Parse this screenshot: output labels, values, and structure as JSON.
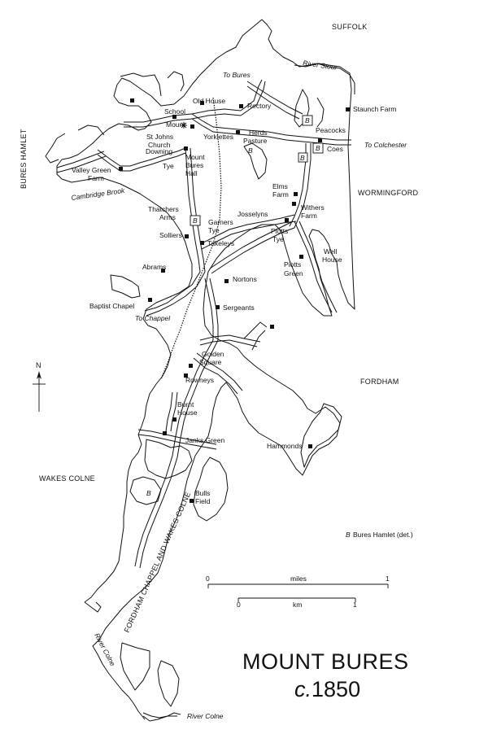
{
  "title": {
    "line1": "MOUNT BURES",
    "line2_prefix": "c.",
    "line2_year": "1850"
  },
  "regions": {
    "suffolk": "SUFFOLK",
    "bures_hamlet": "BURES HAMLET",
    "wormingford": "WORMINGFORD",
    "fordham": "FORDHAM",
    "wakes_colne": "WAKES COLNE",
    "fordham_chappel": "FORDHAM CHAPPEL AND WAKES COLNE"
  },
  "rivers": {
    "stour": "River Stour",
    "colne_1": "River Colne",
    "colne_2": "River Colne"
  },
  "brook": "Cambridge Brook",
  "directions": {
    "bures": "To Bures",
    "colchester": "To Colchester",
    "chappel": "To Chappel"
  },
  "places": {
    "staunch_farm": "Staunch Farm",
    "old_house": "Old House",
    "rectory": "Rectory",
    "school": "School",
    "mount": "Mount",
    "st_johns_1": "St Johns",
    "st_johns_2": "Church",
    "yorklettes": "Yorklettes",
    "herds_1": "Herds",
    "herds_2": "Pasture",
    "peacocks": "Peacocks",
    "coes": "Coes",
    "downing_1": "Downing",
    "downing_2": "Tye",
    "mount_bures_1": "Mount",
    "mount_bures_2": "Bures",
    "mount_bures_3": "Hall",
    "valley_1": "Valley Green",
    "valley_2": "Farm",
    "elms_1": "Elms",
    "elms_2": "Farm",
    "withers_1": "Withers",
    "withers_2": "Farm",
    "thatchers_1": "Thatchers",
    "thatchers_2": "Arms",
    "garners_1": "Garners",
    "garners_2": "Tye",
    "josselyns": "Josselyns",
    "solliers": "Solliers",
    "takeleys": "Takeleys",
    "piotts_tye_1": "Piotts",
    "piotts_tye_2": "Tye",
    "well_1": "Well",
    "well_2": "House",
    "abrams": "Abrams",
    "piotts_green_1": "Piotts",
    "piotts_green_2": "Green",
    "nortons": "Nortons",
    "baptist_chapel": "Baptist Chapel",
    "sergeants": "Sergeants",
    "golden_1": "Golden",
    "golden_2": "Square",
    "rowneys": "Rowneys",
    "burnt_1": "Burnt",
    "burnt_2": "House",
    "janks_green": "Janks Green",
    "hammonds": "Hammonds",
    "bulls_1": "Bulls",
    "bulls_2": "Field"
  },
  "detached_marker": "B",
  "legend": {
    "marker": "B",
    "text": "Bures Hamlet (det.)"
  },
  "north": "N",
  "scale_miles": {
    "start": "0",
    "label": "miles",
    "end": "1"
  },
  "scale_km": {
    "start": "0",
    "label": "km",
    "end": "1"
  }
}
